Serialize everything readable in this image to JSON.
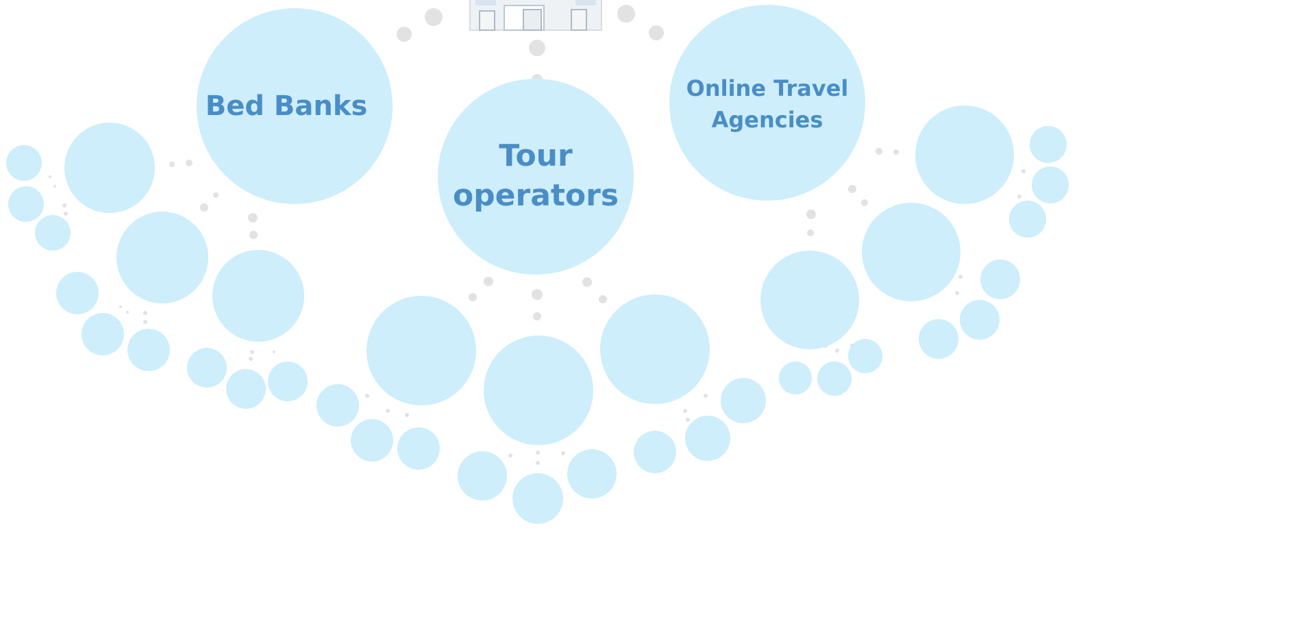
{
  "colors": {
    "bubble": "#cdeefa",
    "connector_dot": "#e2e2e2",
    "label": "#4a8dc6",
    "building": "#dfe6ec"
  },
  "hub": {
    "icon": "hotel-building-icon"
  },
  "distributors": [
    {
      "key": "bed-banks",
      "label_lines": [
        "Bed Banks"
      ]
    },
    {
      "key": "tour-operators",
      "label_lines": [
        "Tour",
        "operators"
      ]
    },
    {
      "key": "online-travel-agencies",
      "label_lines": [
        "Online Travel",
        "Agencies"
      ]
    }
  ]
}
